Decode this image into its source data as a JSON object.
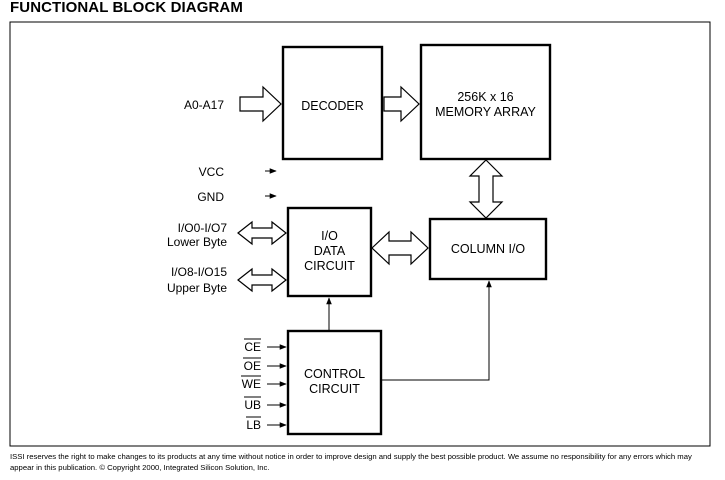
{
  "heading": "FUNCTIONAL BLOCK DIAGRAM",
  "blocks": {
    "decoder": "DECODER",
    "memory_line1": "256K x 16",
    "memory_line2": "MEMORY ARRAY",
    "column_io": "COLUMN I/O",
    "io_line1": "I/O",
    "io_line2": "DATA",
    "io_line3": "CIRCUIT",
    "control_line1": "CONTROL",
    "control_line2": "CIRCUIT"
  },
  "signals": {
    "address": "A0-A17",
    "vcc": "VCC",
    "gnd": "GND",
    "io_low_line1": "I/O0-I/O7",
    "io_low_line2": "Lower Byte",
    "io_high_line1": "I/O8-I/O15",
    "io_high_line2": "Upper Byte",
    "ce": "CE",
    "oe": "OE",
    "we": "WE",
    "ub": "UB",
    "lb": "LB"
  },
  "footer": "ISSI reserves the right to make changes to its products at any time without notice in order to improve design and supply the best possible product.  We assume no responsibility for any errors which may appear in this publication.  © Copyright 2000, Integrated Silicon Solution, Inc."
}
